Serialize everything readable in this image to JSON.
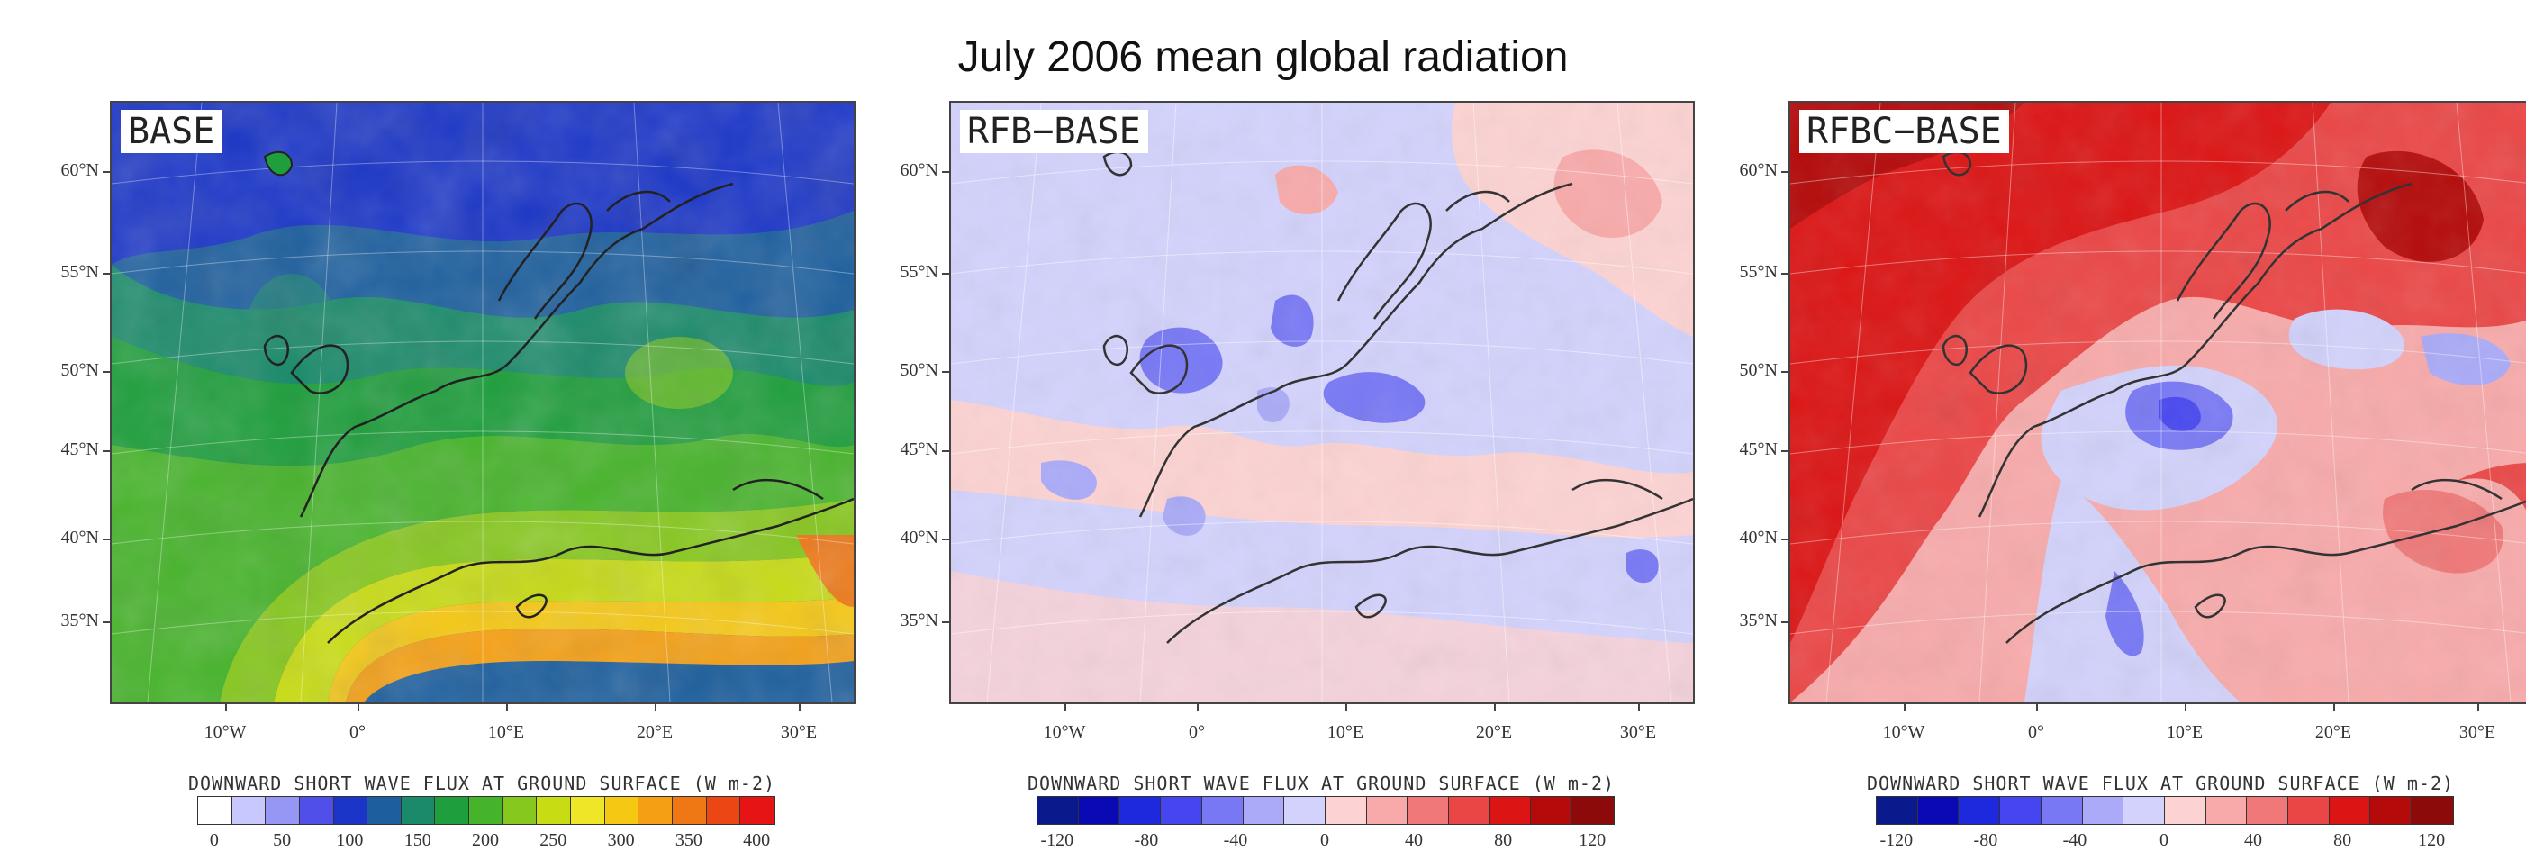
{
  "figure": {
    "title": "July 2006 mean global radiation"
  },
  "panels": [
    {
      "label": "BASE",
      "variable_title": "DOWNWARD SHORT WAVE FLUX AT GROUND SURFACE   (W m-2)",
      "lat_labels": [
        "60°N",
        "55°N",
        "50°N",
        "45°N",
        "40°N",
        "35°N"
      ],
      "lon_labels": [
        "10°W",
        "0°",
        "10°E",
        "20°E",
        "30°E"
      ],
      "colorbar": {
        "ticks": [
          "0",
          "50",
          "100",
          "150",
          "200",
          "250",
          "300",
          "350",
          "400"
        ],
        "colors": [
          "#ffffff",
          "#c8c8ff",
          "#9696f5",
          "#5050e8",
          "#1a35c8",
          "#1d5f9e",
          "#1a8a6a",
          "#1e9e3c",
          "#46b42a",
          "#87c81e",
          "#c8dc14",
          "#f0e628",
          "#f5c814",
          "#f5a014",
          "#f07814",
          "#eb4614",
          "#e61414"
        ]
      }
    },
    {
      "label": "RFB−BASE",
      "variable_title": "DOWNWARD SHORT WAVE FLUX AT GROUND SURFACE   (W m-2)",
      "lat_labels": [
        "60°N",
        "55°N",
        "50°N",
        "45°N",
        "40°N",
        "35°N"
      ],
      "lon_labels": [
        "10°W",
        "0°",
        "10°E",
        "20°E",
        "30°E"
      ],
      "colorbar": {
        "ticks": [
          "-120",
          "-80",
          "-40",
          "0",
          "40",
          "80",
          "120"
        ],
        "colors": [
          "#0a1a8c",
          "#0a0ab4",
          "#1e28dc",
          "#4646f0",
          "#7878f5",
          "#aaaaf8",
          "#d2d2fc",
          "#fcd2d2",
          "#f8aaaa",
          "#f07878",
          "#eb4646",
          "#dc1414",
          "#b40a0a",
          "#8c0a0a"
        ]
      }
    },
    {
      "label": "RFBC−BASE",
      "variable_title": "DOWNWARD SHORT WAVE FLUX AT GROUND SURFACE   (W m-2)",
      "lat_labels": [
        "60°N",
        "55°N",
        "50°N",
        "45°N",
        "40°N",
        "35°N"
      ],
      "lon_labels": [
        "10°W",
        "0°",
        "10°E",
        "20°E",
        "30°E"
      ],
      "colorbar": {
        "ticks": [
          "-120",
          "-80",
          "-40",
          "0",
          "40",
          "80",
          "120"
        ],
        "colors": [
          "#0a1a8c",
          "#0a0ab4",
          "#1e28dc",
          "#4646f0",
          "#7878f5",
          "#aaaaf8",
          "#d2d2fc",
          "#fcd2d2",
          "#f8aaaa",
          "#f07878",
          "#eb4646",
          "#dc1414",
          "#b40a0a",
          "#8c0a0a"
        ]
      }
    }
  ]
}
